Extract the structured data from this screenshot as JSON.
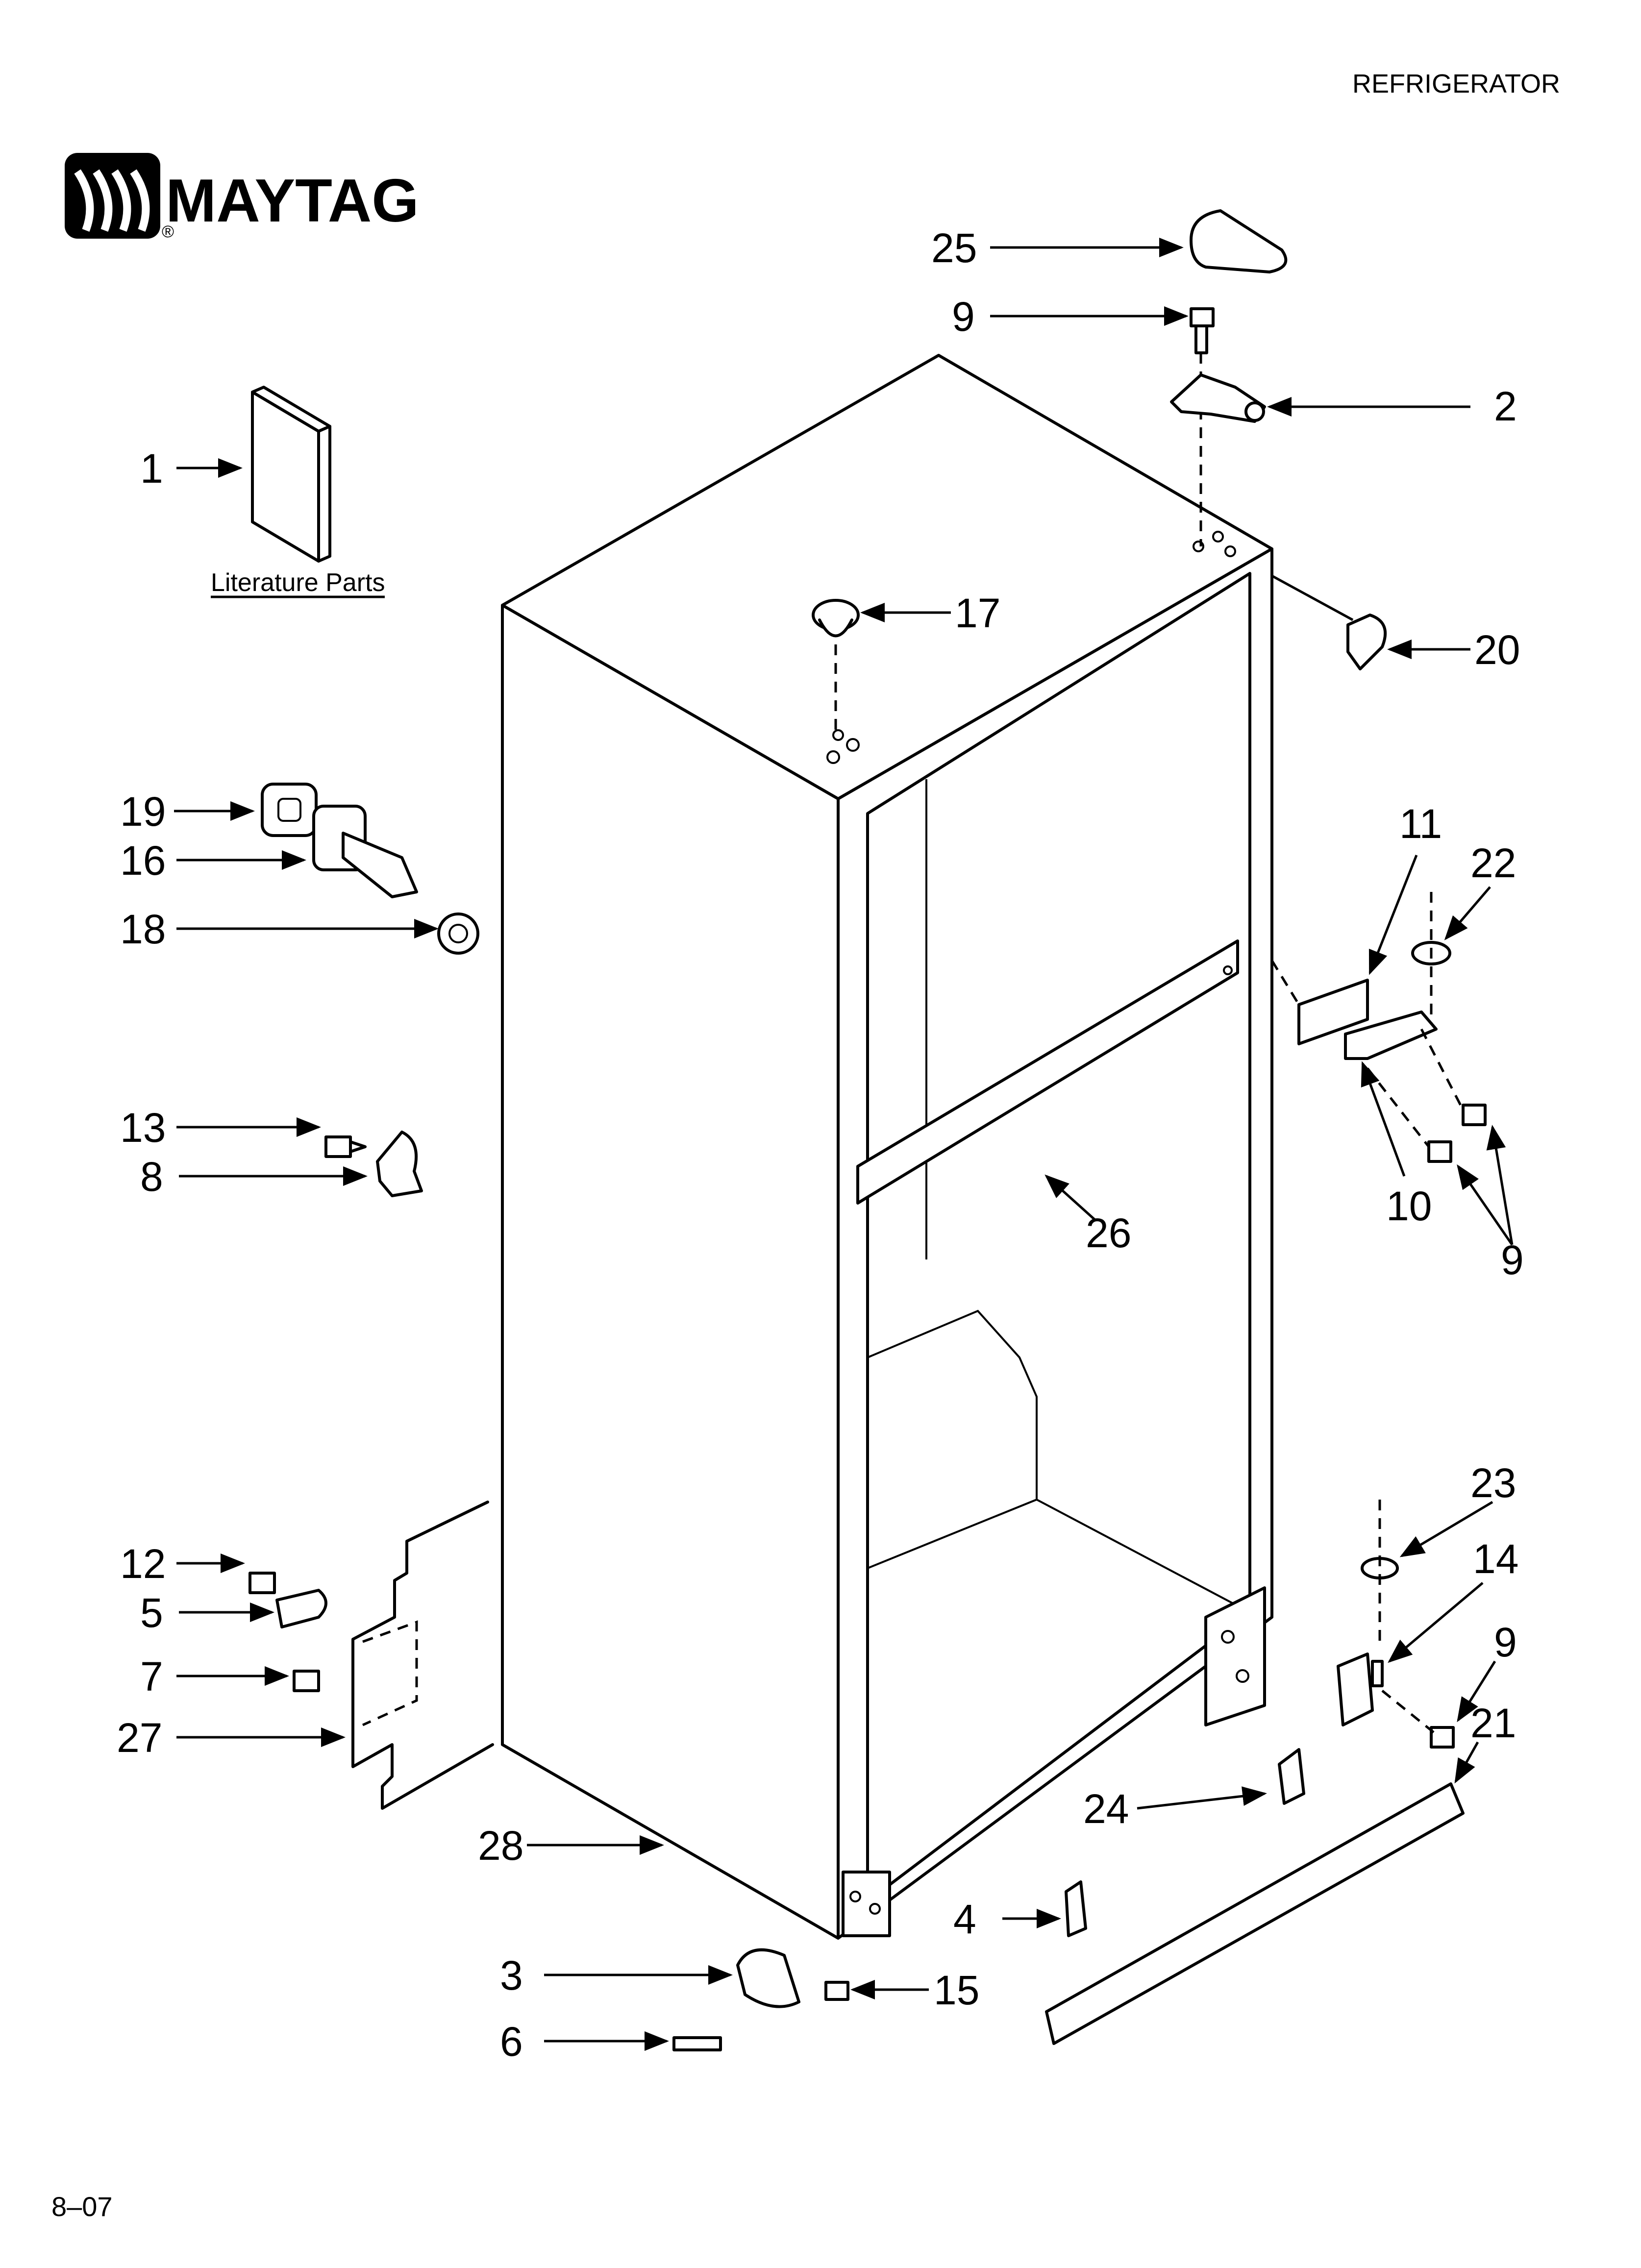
{
  "header": {
    "section_title": "REFRIGERATOR"
  },
  "brand": {
    "name": "MAYTAG",
    "registered_mark": "®",
    "logo_color": "#000000"
  },
  "literature_label": "Literature Parts",
  "footer": {
    "code": "8–07"
  },
  "callouts": {
    "n1": "1",
    "n2": "2",
    "n3": "3",
    "n4": "4",
    "n5": "5",
    "n6": "6",
    "n7": "7",
    "n8": "8",
    "n9a": "9",
    "n9b": "9",
    "n9c": "9",
    "n10": "10",
    "n11": "11",
    "n12": "12",
    "n13": "13",
    "n14": "14",
    "n15": "15",
    "n16": "16",
    "n17": "17",
    "n18": "18",
    "n19": "19",
    "n20": "20",
    "n21": "21",
    "n22": "22",
    "n23": "23",
    "n24": "24",
    "n25": "25",
    "n26": "26",
    "n27": "27",
    "n28": "28"
  }
}
